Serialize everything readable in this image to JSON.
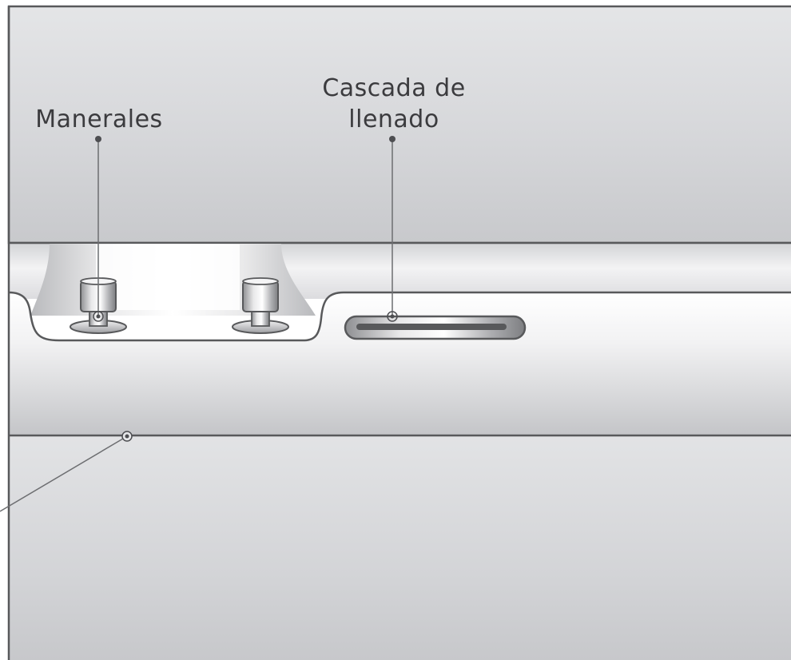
{
  "labels": {
    "handles": "Manerales",
    "spout_line1": "Cascada de",
    "spout_line2": "llenado"
  },
  "colors": {
    "outline": "#58595b",
    "panel_light": "#e6e7e9",
    "panel_dark": "#c5c6c9",
    "chrome_light": "#f4f4f5",
    "chrome_dark": "#8e8f92",
    "leader": "#6d6e71",
    "text": "#3b3b3e"
  },
  "icons": [
    "handle-knob-left",
    "handle-knob-right",
    "fill-cascade-spout",
    "leader-dot"
  ]
}
